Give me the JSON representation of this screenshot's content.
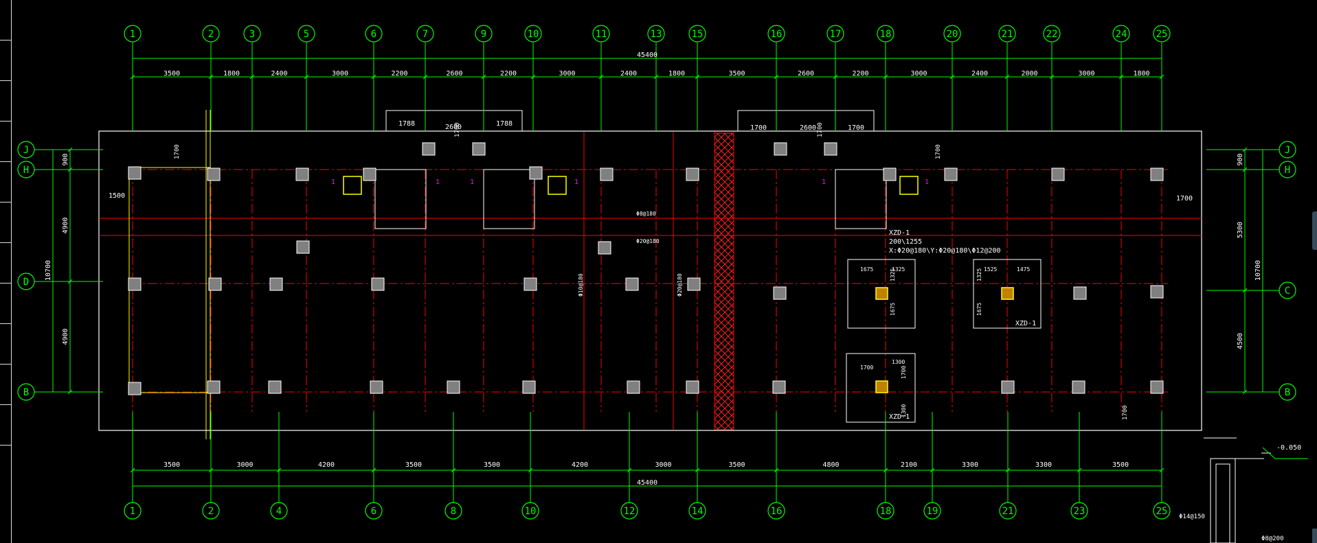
{
  "colors": {
    "background": "#000000",
    "axis": "#00ff00",
    "beam": "#ff0000",
    "outline": "#ffffff",
    "column": "#808080",
    "pile": "#ffff00",
    "hatch": "#ff2020",
    "marker": "#ff00ff"
  },
  "axes": {
    "top": [
      "1",
      "2",
      "3",
      "5",
      "6",
      "7",
      "9",
      "10",
      "11",
      "13",
      "15",
      "16",
      "17",
      "18",
      "20",
      "21",
      "22",
      "24",
      "25"
    ],
    "bottom": [
      "1",
      "2",
      "4",
      "6",
      "8",
      "10",
      "12",
      "14",
      "16",
      "18",
      "19",
      "21",
      "23",
      "25"
    ],
    "left": [
      "J",
      "H",
      "D",
      "B"
    ],
    "right": [
      "J",
      "H",
      "C",
      "B"
    ]
  },
  "dimensions": {
    "top_total": "45400",
    "top": [
      "3500",
      "1800",
      "2400",
      "3000",
      "2200",
      "2600",
      "2200",
      "3000",
      "2400",
      "1800",
      "3500",
      "2600",
      "2200",
      "3000",
      "2400",
      "2000",
      "3000",
      "1800"
    ],
    "bottom_total": "45400",
    "bottom": [
      "3500",
      "3000",
      "4200",
      "3500",
      "3500",
      "4200",
      "3000",
      "3500",
      "4800",
      "2100",
      "3300",
      "3300",
      "3500"
    ],
    "left_total": "10700",
    "left": [
      "900",
      "4900",
      "4900"
    ],
    "right_total": "10700",
    "right": [
      "900",
      "5300",
      "4500"
    ]
  },
  "labels": {
    "pit_left": [
      "1788",
      "2600",
      "1788"
    ],
    "pit_left_v": "1700",
    "pit_right": [
      "1700",
      "2600",
      "1700"
    ],
    "pit_right_v": "1700",
    "left_1700": "1700",
    "left_1500": "1500",
    "right_1700_v": "1700",
    "right_1700_h": "1700",
    "bottom_1700": "1700",
    "beam_a": "Φ8@180",
    "beam_b": "Φ20@180",
    "beam_c": "Φ10@180",
    "beam_d": "Φ20@180",
    "xzd": "XZD-1",
    "xzd_size": "200\\1255",
    "xzd_reinf": "X:Φ20@180\\Y:Φ20@180\\Φ12@200",
    "cap1": [
      "1675",
      "1325",
      "1325",
      "1675"
    ],
    "cap2": [
      "1525",
      "1475",
      "1325",
      "1675"
    ],
    "cap3": [
      "1700",
      "1300",
      "1700",
      "1300"
    ],
    "marker": "1",
    "elevation": "-0.050",
    "detail_a": "Φ14@150",
    "detail_b": "Φ8@200"
  }
}
